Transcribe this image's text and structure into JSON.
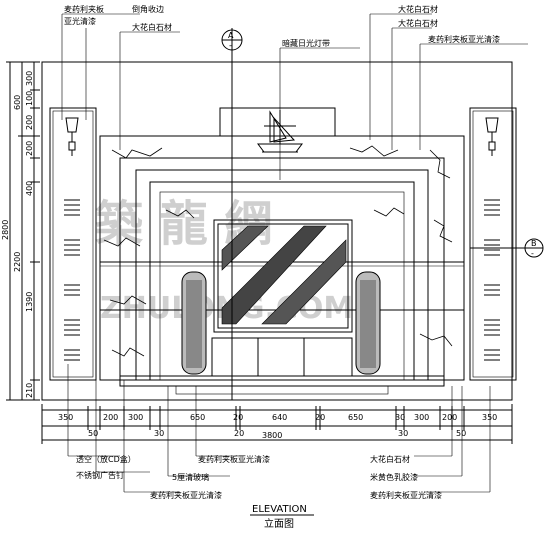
{
  "labels": {
    "top_left_1": "麦药利夹板",
    "top_left_2": "亚光清漆",
    "top_left_3": "倒角收边",
    "top_left_4": "大花白石材",
    "top_center": "暗藏日光灯带",
    "top_right_1": "大花白石材",
    "top_right_2": "大花白石材",
    "top_right_3": "麦药利夹板亚光清漆",
    "bottom_left_1": "透空（放CD盒）",
    "bottom_left_2": "不锈钢广告钉",
    "bottom_left_3": "麦药利夹板亚光清漆",
    "bottom_left_4": "5厘清玻璃",
    "bottom_left_5": "麦药利夹板亚光清漆",
    "bottom_right_1": "大花白石材",
    "bottom_right_2": "米黄色乳胶漆",
    "bottom_right_3": "麦药利夹板亚光清漆"
  },
  "section_markers": {
    "a_letter": "A",
    "a_sub": "-",
    "b_letter": "B",
    "b_sub": "-"
  },
  "dimensions": {
    "left_outer": [
      "600",
      "2200"
    ],
    "left_total": "2800",
    "left_inner": [
      "300",
      "100",
      "200",
      "200",
      "400",
      "1390",
      "210"
    ],
    "bottom_row": [
      "350",
      "200",
      "300",
      "650",
      "20",
      "640",
      "20",
      "650",
      "30",
      "300",
      "200",
      "350"
    ],
    "bottom_sub": [
      "50",
      "30",
      "20",
      "30",
      "50"
    ],
    "bottom_total": "3800"
  },
  "watermark": {
    "chinese": "築 龍 網",
    "latin": "ZHULONG.COM"
  },
  "title": {
    "en": "ELEVATION",
    "cn": "立面图"
  }
}
